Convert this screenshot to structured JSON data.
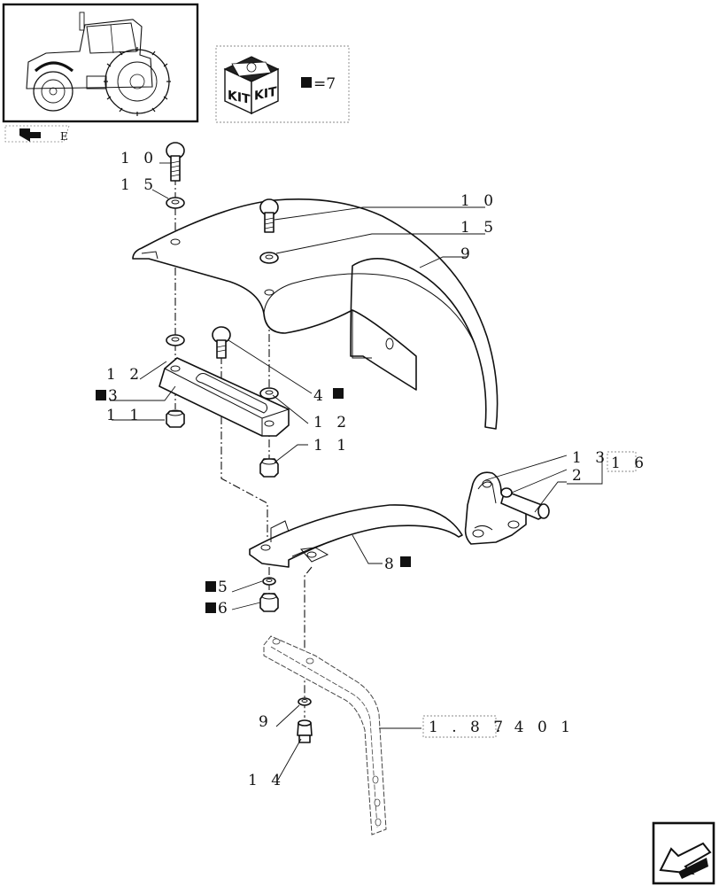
{
  "kit_legend": {
    "marker": "■",
    "text": "=7",
    "kit_label": "KIT"
  },
  "thumbnail": {
    "caption": "E"
  },
  "callouts": {
    "c10_top": "1 0",
    "c15_top": "1 5",
    "c10_right": "1 0",
    "c15_right": "1 5",
    "c9_right": "9",
    "c12_left": "1 2",
    "c3_left": "3",
    "c11_left": "1 1",
    "c4_right": "4",
    "c12_right": "1 2",
    "c11_right": "1 1",
    "c13": "1 3",
    "c16": "1 6",
    "c2": "2",
    "c8": "8",
    "c5": "5",
    "c6": "6",
    "c9_lower": "9",
    "c14": "1 4",
    "ref_boxed": "1 . 8 7",
    "ref_rest": ". 4   0 1"
  },
  "colors": {
    "ink": "#111111",
    "paper": "#ffffff"
  }
}
